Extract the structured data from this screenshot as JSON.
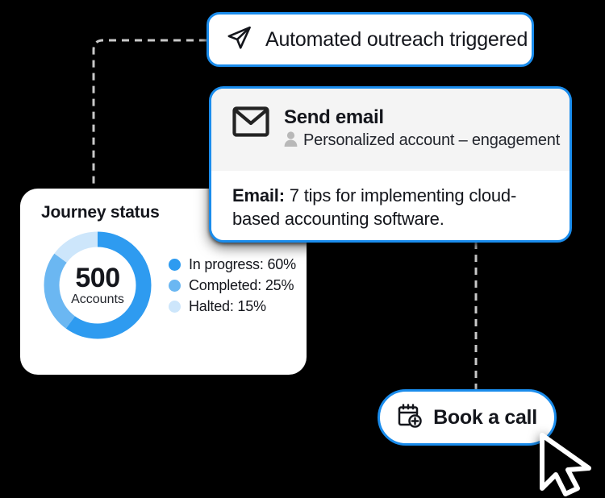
{
  "theme": {
    "background": "#000000",
    "accent_blue": "#1A8CEC",
    "card_white": "#FFFFFF",
    "header_gray": "#F4F4F4",
    "text_dark": "#14161C",
    "muted_gray": "#B8B8B8"
  },
  "outreach_pill": {
    "icon": "send-paper-plane-icon",
    "label": "Automated outreach triggered"
  },
  "email_card": {
    "icon": "envelope-icon",
    "title": "Send email",
    "person_icon": "person-icon",
    "subtitle": "Personalized account – engagement",
    "body_prefix": "Email:",
    "body_text": " 7 tips for implementing cloud-based accounting software."
  },
  "journey_card": {
    "title": "Journey status",
    "center_value": "500",
    "center_label": "Accounts"
  },
  "chart_data": {
    "type": "pie",
    "title": "Journey status",
    "categories": [
      "In progress",
      "Completed",
      "Halted"
    ],
    "values": [
      60,
      25,
      15
    ],
    "value_suffix": "%",
    "colors": [
      "#2E9BF0",
      "#6BB7F2",
      "#CDE6FB"
    ],
    "center_value": "500",
    "center_label": "Accounts",
    "total_accounts": 500,
    "legend_position": "right",
    "donut": true,
    "start_angle": 0,
    "legend": [
      {
        "label": "In progress: 60%",
        "color": "#2E9BF0",
        "value": 60
      },
      {
        "label": "Completed: 25%",
        "color": "#6BB7F2",
        "value": 25
      },
      {
        "label": "Halted: 15%",
        "color": "#CDE6FB",
        "value": 15
      }
    ]
  },
  "book_call": {
    "icon": "calendar-plus-icon",
    "label": "Book a call"
  },
  "cursor": {
    "icon": "mouse-pointer-icon"
  }
}
